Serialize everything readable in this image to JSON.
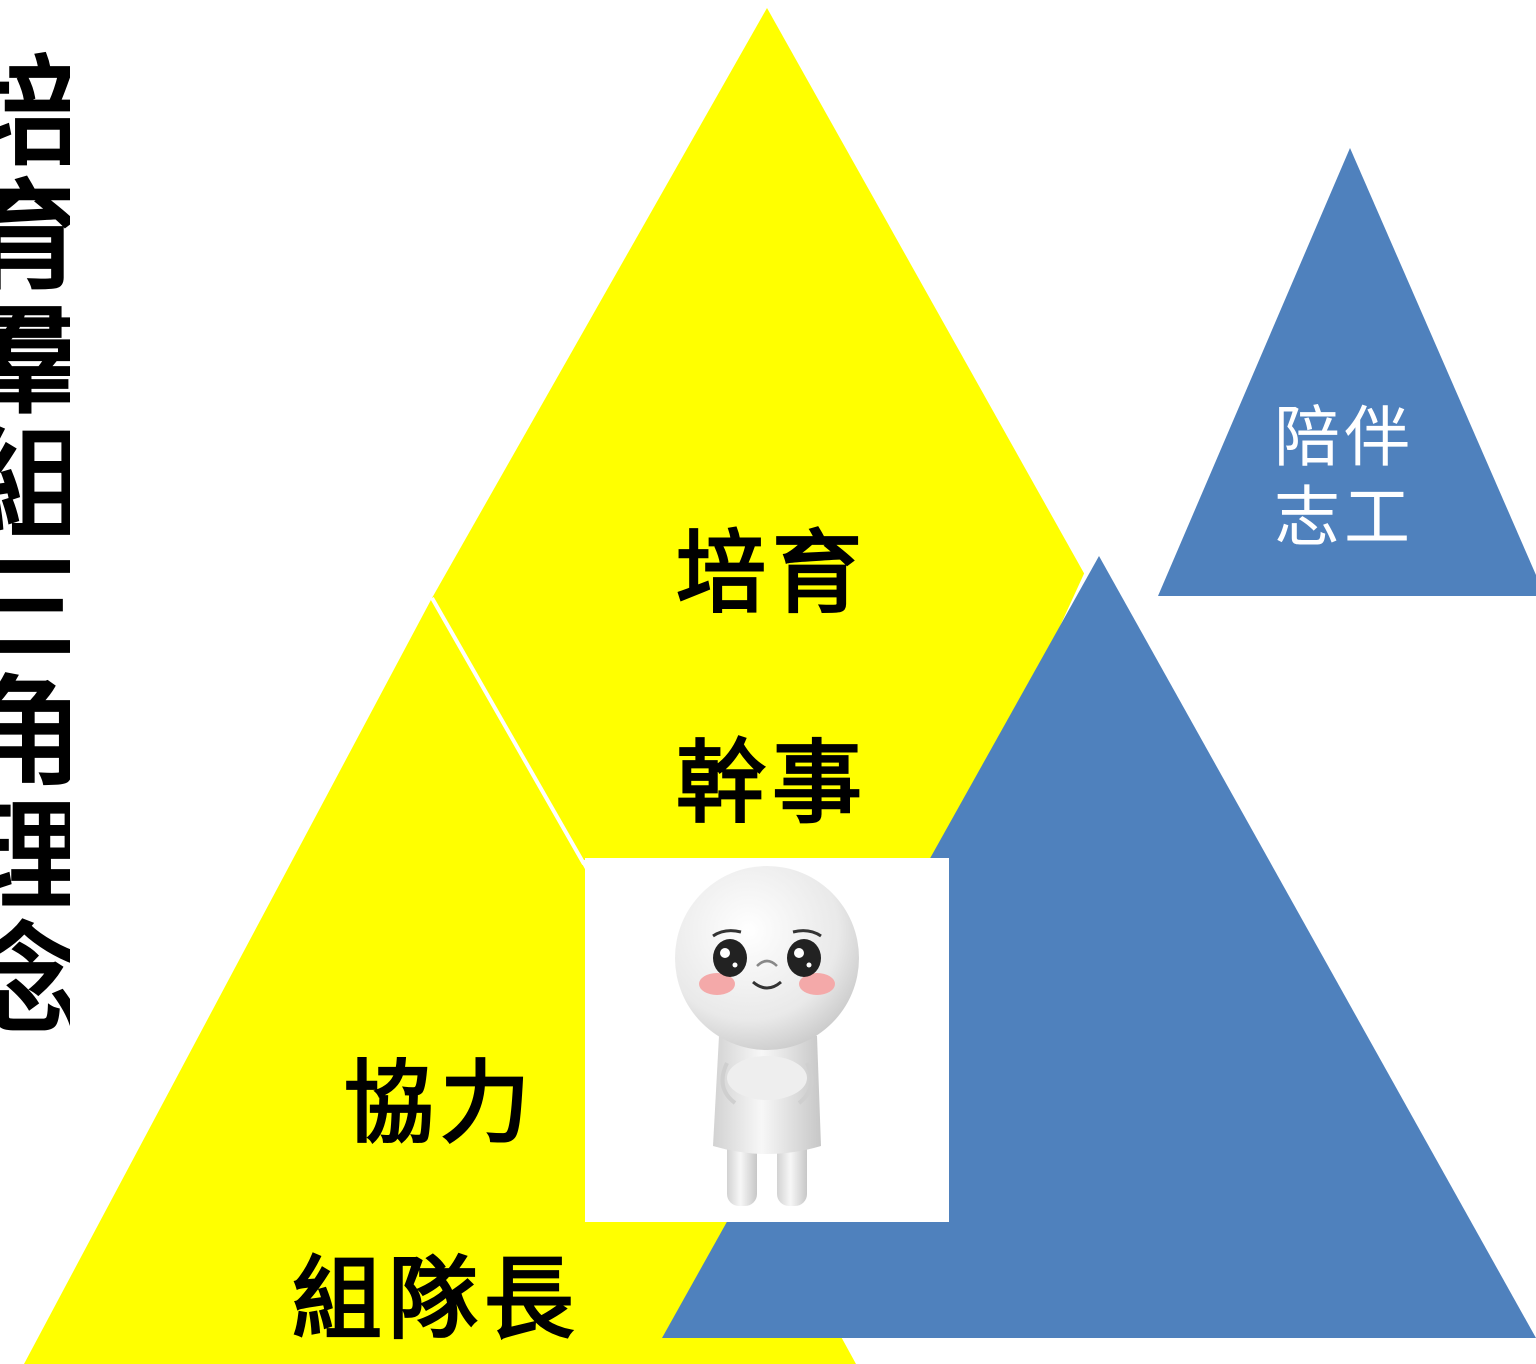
{
  "title": "培育羣組三角理念",
  "triangles": [
    {
      "name": "peiyu-ganshi",
      "color": "#ffff00",
      "lines": [
        "培育",
        "幹事"
      ]
    },
    {
      "name": "xieli-zuduizhang",
      "color": "#ffff00",
      "lines": [
        "協力",
        "組隊長"
      ]
    },
    {
      "name": "blank-blue",
      "color": "#4f81bd"
    },
    {
      "name": "peiban-zhigong",
      "color": "#4f81bd",
      "lines": [
        "陪伴",
        "志工"
      ]
    }
  ],
  "colors": {
    "accent_yellow": "#ffff00",
    "accent_blue": "#4f81bd",
    "text_dark": "#000000",
    "text_light": "#ffffff"
  },
  "image": {
    "icon": "cute-white-character-icon"
  }
}
